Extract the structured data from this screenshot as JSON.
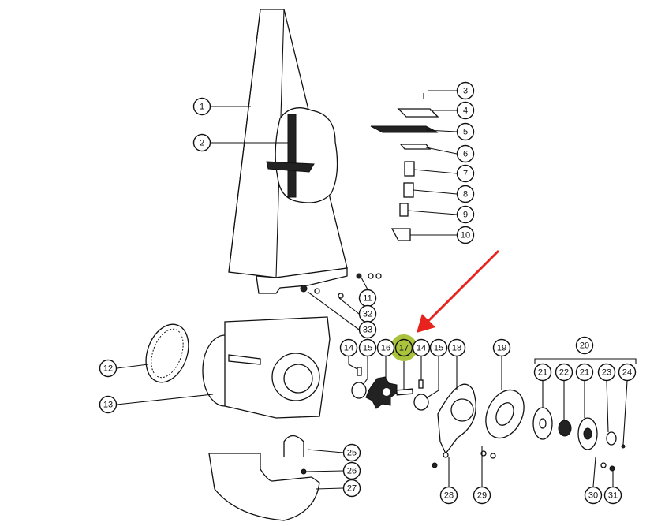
{
  "diagram": {
    "callouts": [
      "1",
      "2",
      "3",
      "4",
      "5",
      "6",
      "7",
      "8",
      "9",
      "10",
      "11",
      "32",
      "33",
      "12",
      "13",
      "14",
      "15",
      "16",
      "17",
      "14",
      "15",
      "18",
      "19",
      "20",
      "21",
      "22",
      "21",
      "23",
      "24",
      "25",
      "26",
      "27",
      "28",
      "29",
      "30",
      "31"
    ],
    "highlighted": "17",
    "colors": {
      "highlight": "#a9c43c",
      "arrow": "#e8231e",
      "ink": "#111111"
    }
  }
}
